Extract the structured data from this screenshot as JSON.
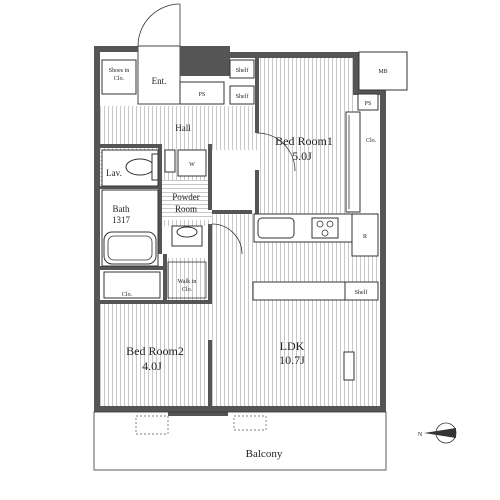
{
  "labels": {
    "shoes": "Shoes in",
    "shoes2": "Clo.",
    "ent": "Ent.",
    "shelf_top1": "Shelf",
    "shelf_top2": "Shelf",
    "ps_top": "PS",
    "mb": "MB",
    "ps_right": "PS",
    "hall": "Hall",
    "bed1_name": "Bed Room1",
    "bed1_size": "5.0J",
    "clo_bed1": "Clo.",
    "lav": "Lav.",
    "w": "W",
    "powder1": "Powder",
    "powder2": "Room",
    "bath1": "Bath",
    "bath2": "1317",
    "r": "R",
    "walkin1": "Walk in",
    "walkin2": "Clo.",
    "clo_bed2": "Clo.",
    "shelf_ldk": "Shelf",
    "bed2_name": "Bed Room2",
    "bed2_size": "4.0J",
    "ldk_name": "LDK",
    "ldk_size": "10.7J",
    "balcony": "Balcony",
    "north": "N"
  },
  "colors": {
    "wall": "#555555",
    "stripe": "#c8c8c8",
    "fixture_fill": "#ffffff",
    "dark_block": "#8c8c8c"
  }
}
